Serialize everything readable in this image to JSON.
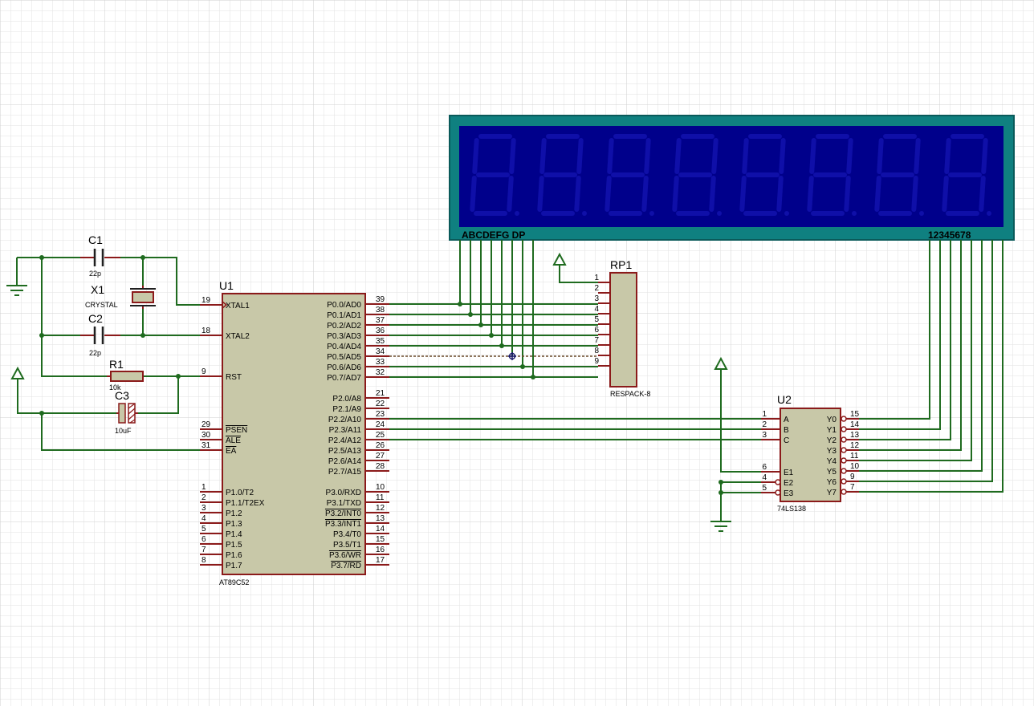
{
  "colors": {
    "background": "#ffffff",
    "grid": "#dcdcdc",
    "wire": "#1f6b1f",
    "component_fill": "#c8c8a8",
    "component_stroke": "#8b1a1a",
    "pin": "#8b1a1a",
    "text": "#000000",
    "display_frame": "#0f8080",
    "display_body": "#00008b",
    "display_digit": "#0f0fa8"
  },
  "u1": {
    "ref": "U1",
    "part": "AT89C52",
    "left_pins": [
      {
        "num": "19",
        "name": "XTAL1"
      },
      {
        "num": "18",
        "name": "XTAL2"
      },
      {
        "num": "9",
        "name": "RST"
      },
      {
        "num": "29",
        "name": "PSEN"
      },
      {
        "num": "30",
        "name": "ALE"
      },
      {
        "num": "31",
        "name": "EA"
      },
      {
        "num": "1",
        "name": "P1.0/T2"
      },
      {
        "num": "2",
        "name": "P1.1/T2EX"
      },
      {
        "num": "3",
        "name": "P1.2"
      },
      {
        "num": "4",
        "name": "P1.3"
      },
      {
        "num": "5",
        "name": "P1.4"
      },
      {
        "num": "6",
        "name": "P1.5"
      },
      {
        "num": "7",
        "name": "P1.6"
      },
      {
        "num": "8",
        "name": "P1.7"
      }
    ],
    "right_pins": [
      {
        "num": "39",
        "name": "P0.0/AD0"
      },
      {
        "num": "38",
        "name": "P0.1/AD1"
      },
      {
        "num": "37",
        "name": "P0.2/AD2"
      },
      {
        "num": "36",
        "name": "P0.3/AD3"
      },
      {
        "num": "35",
        "name": "P0.4/AD4"
      },
      {
        "num": "34",
        "name": "P0.5/AD5"
      },
      {
        "num": "33",
        "name": "P0.6/AD6"
      },
      {
        "num": "32",
        "name": "P0.7/AD7"
      },
      {
        "num": "21",
        "name": "P2.0/A8"
      },
      {
        "num": "22",
        "name": "P2.1/A9"
      },
      {
        "num": "23",
        "name": "P2.2/A10"
      },
      {
        "num": "24",
        "name": "P2.3/A11"
      },
      {
        "num": "25",
        "name": "P2.4/A12"
      },
      {
        "num": "26",
        "name": "P2.5/A13"
      },
      {
        "num": "27",
        "name": "P2.6/A14"
      },
      {
        "num": "28",
        "name": "P2.7/A15"
      },
      {
        "num": "10",
        "name": "P3.0/RXD"
      },
      {
        "num": "11",
        "name": "P3.1/TXD"
      },
      {
        "num": "12",
        "name": "P3.2/INT0"
      },
      {
        "num": "13",
        "name": "P3.3/INT1"
      },
      {
        "num": "14",
        "name": "P3.4/T0"
      },
      {
        "num": "15",
        "name": "P3.5/T1"
      },
      {
        "num": "16",
        "name": "P3.6/WR"
      },
      {
        "num": "17",
        "name": "P3.7/RD"
      }
    ]
  },
  "u2": {
    "ref": "U2",
    "part": "74LS138",
    "left_pins": [
      {
        "num": "1",
        "name": "A"
      },
      {
        "num": "2",
        "name": "B"
      },
      {
        "num": "3",
        "name": "C"
      },
      {
        "num": "6",
        "name": "E1"
      },
      {
        "num": "4",
        "name": "E2"
      },
      {
        "num": "5",
        "name": "E3"
      }
    ],
    "right_pins": [
      {
        "num": "15",
        "name": "Y0"
      },
      {
        "num": "14",
        "name": "Y1"
      },
      {
        "num": "13",
        "name": "Y2"
      },
      {
        "num": "12",
        "name": "Y3"
      },
      {
        "num": "11",
        "name": "Y4"
      },
      {
        "num": "10",
        "name": "Y5"
      },
      {
        "num": "9",
        "name": "Y6"
      },
      {
        "num": "7",
        "name": "Y7"
      }
    ]
  },
  "rp1": {
    "ref": "RP1",
    "part": "RESPACK-8",
    "pins": [
      "1",
      "2",
      "3",
      "4",
      "5",
      "6",
      "7",
      "8",
      "9"
    ]
  },
  "c1": {
    "ref": "C1",
    "value": "22p"
  },
  "c2": {
    "ref": "C2",
    "value": "22p"
  },
  "x1": {
    "ref": "X1",
    "value": "CRYSTAL"
  },
  "r1": {
    "ref": "R1",
    "value": "10k"
  },
  "c3": {
    "ref": "C3",
    "value": "10uF"
  },
  "display": {
    "segment_label": "ABCDEFG DP",
    "digit_label": "12345678",
    "digit_count": 8
  }
}
